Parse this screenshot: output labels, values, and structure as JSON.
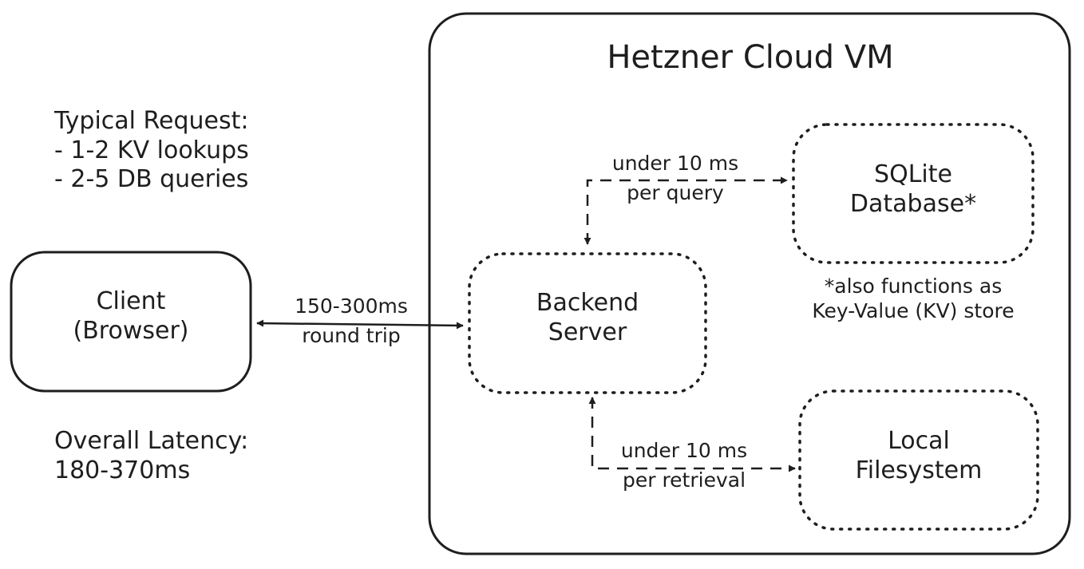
{
  "vm": {
    "title": "Hetzner Cloud VM"
  },
  "notes": {
    "typical_request": [
      "Typical Request:",
      "- 1-2 KV lookups",
      "- 2-5 DB queries"
    ],
    "overall_latency": [
      "Overall Latency:",
      "180-370ms"
    ]
  },
  "nodes": {
    "client": [
      "Client",
      "(Browser)"
    ],
    "backend": [
      "Backend",
      "Server"
    ],
    "sqlite": [
      "SQLite",
      "Database*"
    ],
    "filesystem": [
      "Local",
      "Filesystem"
    ]
  },
  "footnote": [
    "*also functions as",
    "Key-Value (KV) store"
  ],
  "edges": {
    "client_backend": [
      "150-300ms",
      "round trip"
    ],
    "backend_sqlite": [
      "under 10 ms",
      "per query"
    ],
    "backend_filesystem": [
      "under 10 ms",
      "per retrieval"
    ]
  },
  "colors": {
    "ink": "#1e1e1e",
    "background": "#ffffff"
  }
}
